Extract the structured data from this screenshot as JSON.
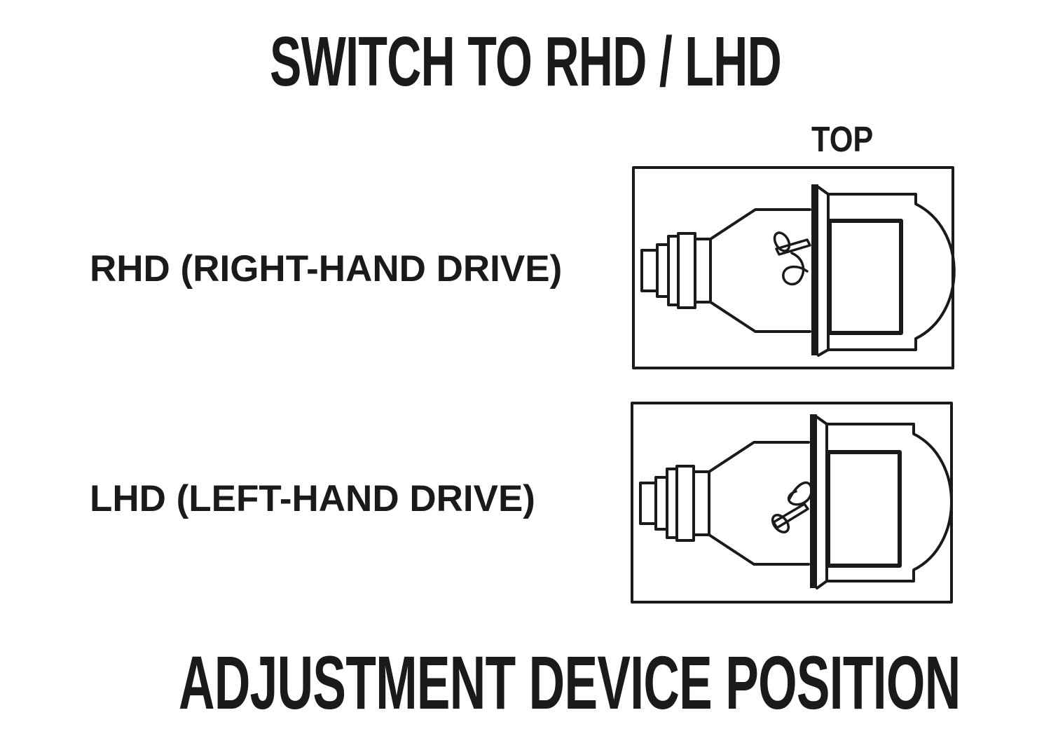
{
  "title": "SWITCH TO RHD / LHD",
  "footer": "ADJUSTMENT DEVICE POSITION",
  "top_label": "TOP",
  "rows": [
    {
      "label": "RHD (RIGHT-HAND DRIVE)",
      "adjuster_position": "up"
    },
    {
      "label": "LHD (LEFT-HAND DRIVE)",
      "adjuster_position": "down"
    }
  ],
  "colors": {
    "ink": "#1a1a1a",
    "background": "#ffffff"
  }
}
